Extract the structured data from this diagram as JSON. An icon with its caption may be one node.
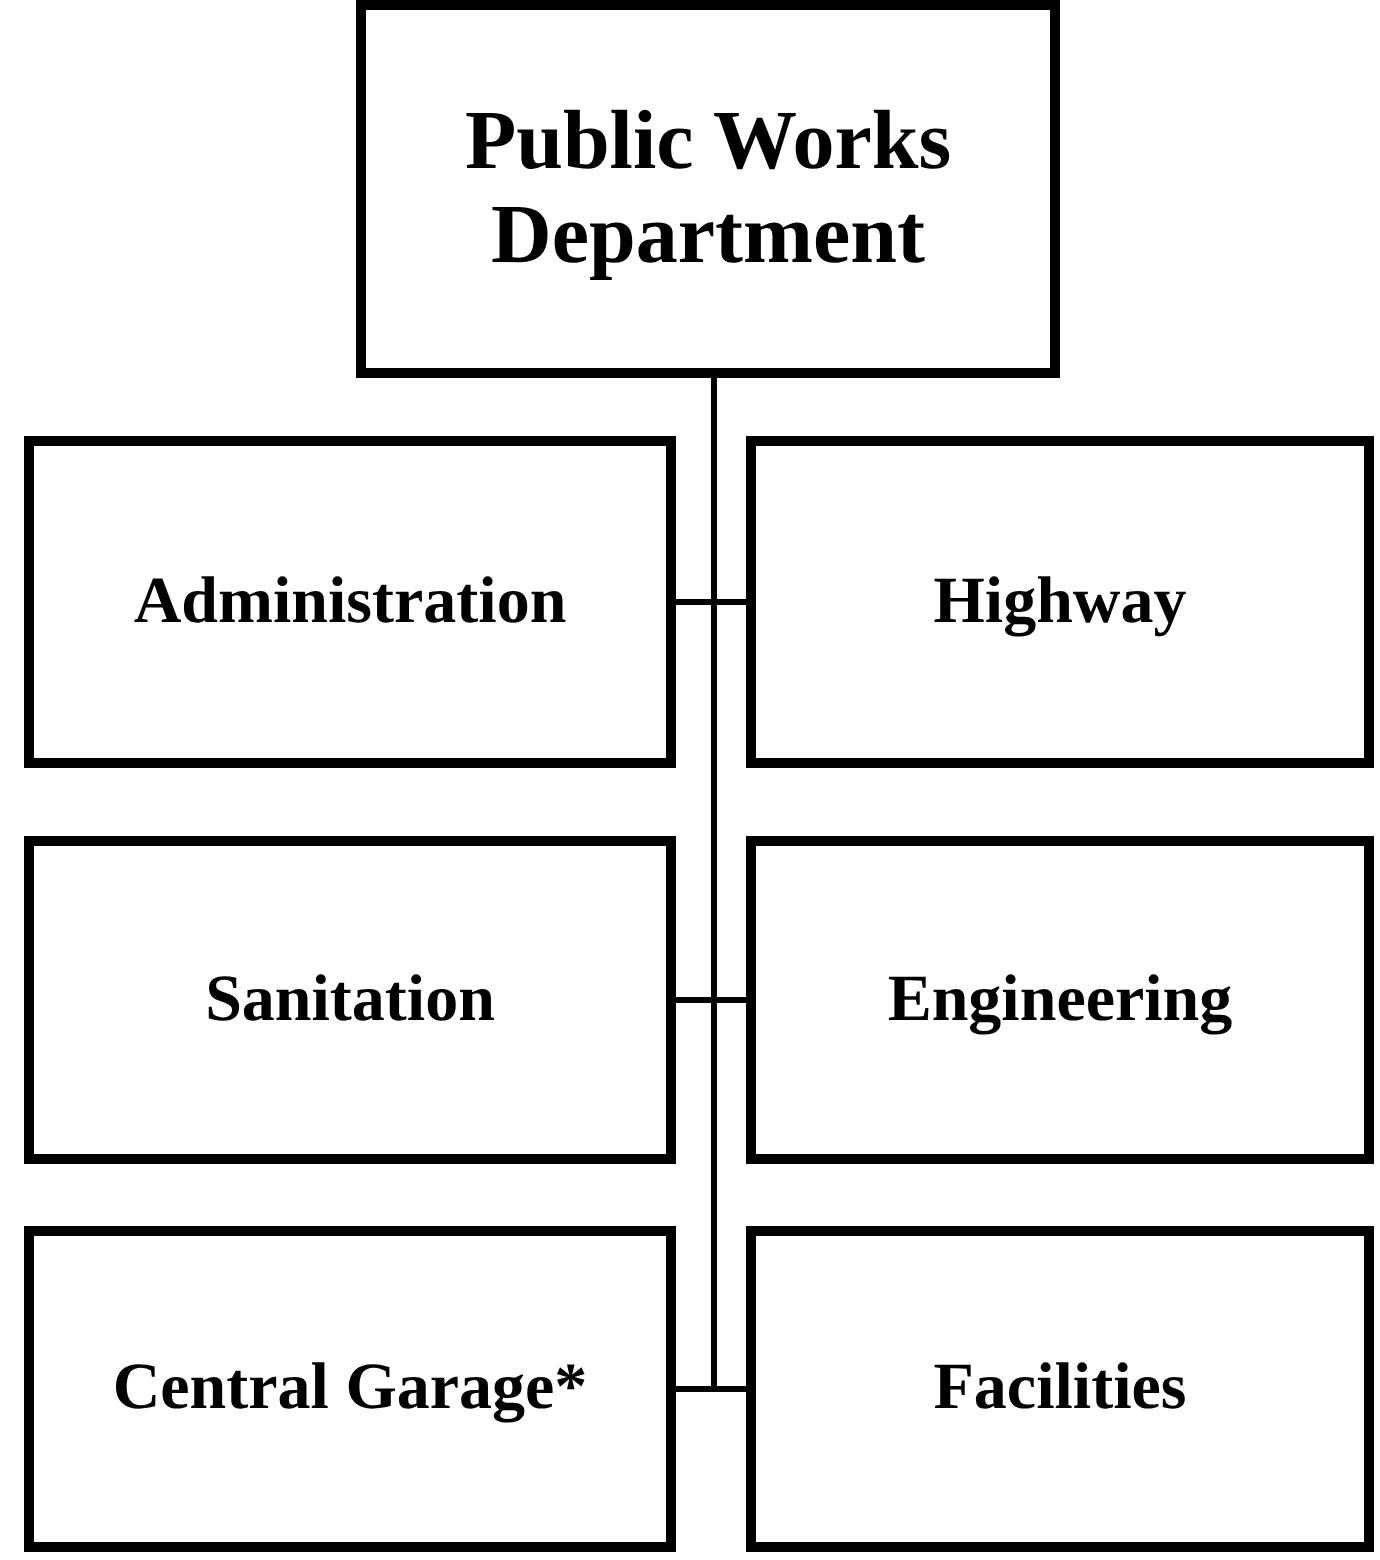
{
  "diagram": {
    "nodes": [
      {
        "text": [
          "Public Works Department"
        ]
      },
      {
        "text": [
          "Administration"
        ]
      },
      {
        "text": [
          "Highway"
        ]
      },
      {
        "text": [
          "Sanitation"
        ]
      },
      {
        "text": [
          "Engineering"
        ]
      },
      {
        "text": [
          "Central Garage*"
        ]
      },
      {
        "text": [
          "Facilities"
        ]
      }
    ],
    "edges": [
      {
        "from": 0,
        "to": 1,
        "arrow": "none"
      },
      {
        "from": 0,
        "to": 2,
        "arrow": "none"
      },
      {
        "from": 0,
        "to": 3,
        "arrow": "none"
      },
      {
        "from": 0,
        "to": 4,
        "arrow": "none"
      },
      {
        "from": 0,
        "to": 5,
        "arrow": "none"
      },
      {
        "from": 0,
        "to": 6,
        "arrow": "none"
      }
    ]
  }
}
